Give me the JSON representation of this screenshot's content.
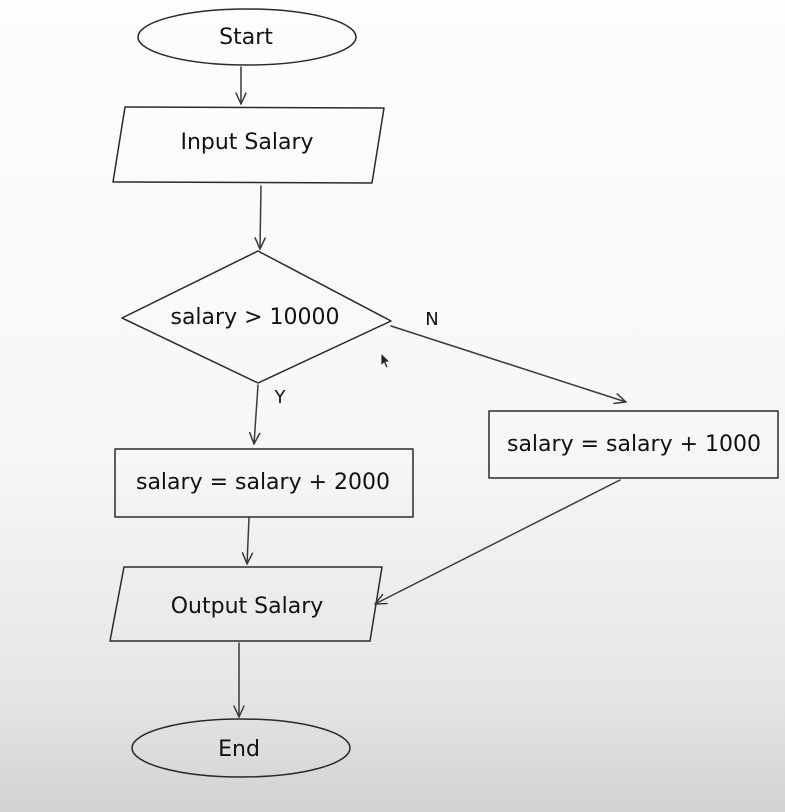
{
  "flowchart": {
    "nodes": {
      "start": "Start",
      "input": "Input Salary",
      "decision": "salary > 10000",
      "add_2000": "salary = salary + 2000",
      "add_1000": "salary = salary + 1000",
      "output": "Output Salary",
      "end": "End"
    },
    "edge_labels": {
      "yes": "Y",
      "no": "N"
    }
  }
}
